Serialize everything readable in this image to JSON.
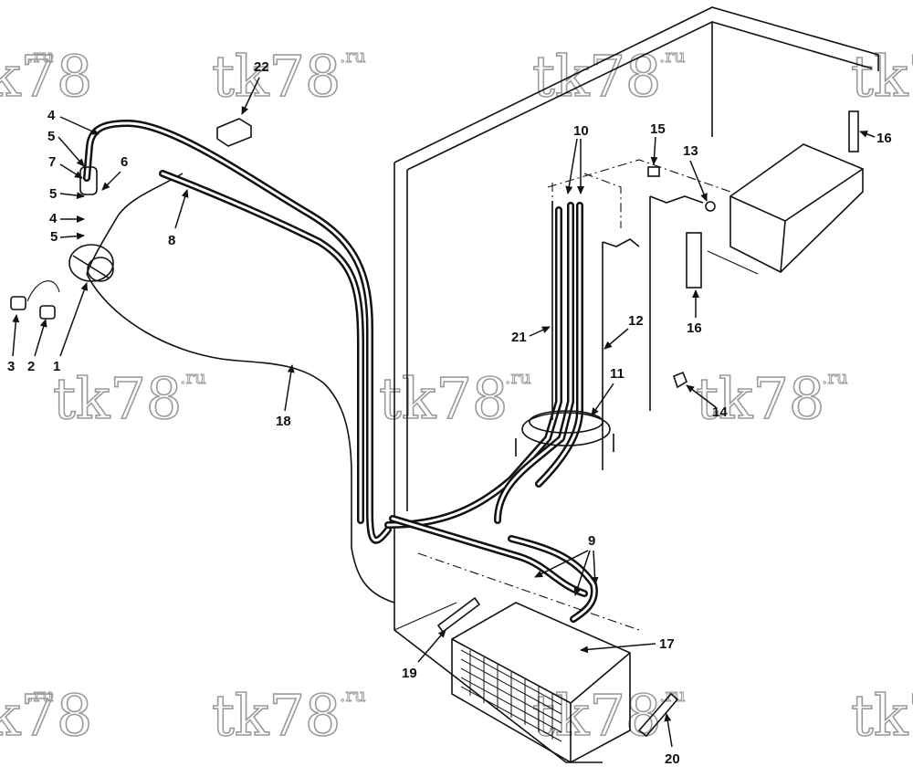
{
  "watermark": {
    "main": "tk78",
    "suffix": ".ru"
  },
  "callouts": [
    "1",
    "2",
    "3",
    "4",
    "5",
    "6",
    "7",
    "8",
    "9",
    "10",
    "11",
    "12",
    "13",
    "14",
    "15",
    "16",
    "17",
    "18",
    "19",
    "20",
    "21",
    "22"
  ],
  "colors": {
    "ink": "#111111",
    "watermark": "#9a9a9a",
    "paper": "#ffffff"
  }
}
